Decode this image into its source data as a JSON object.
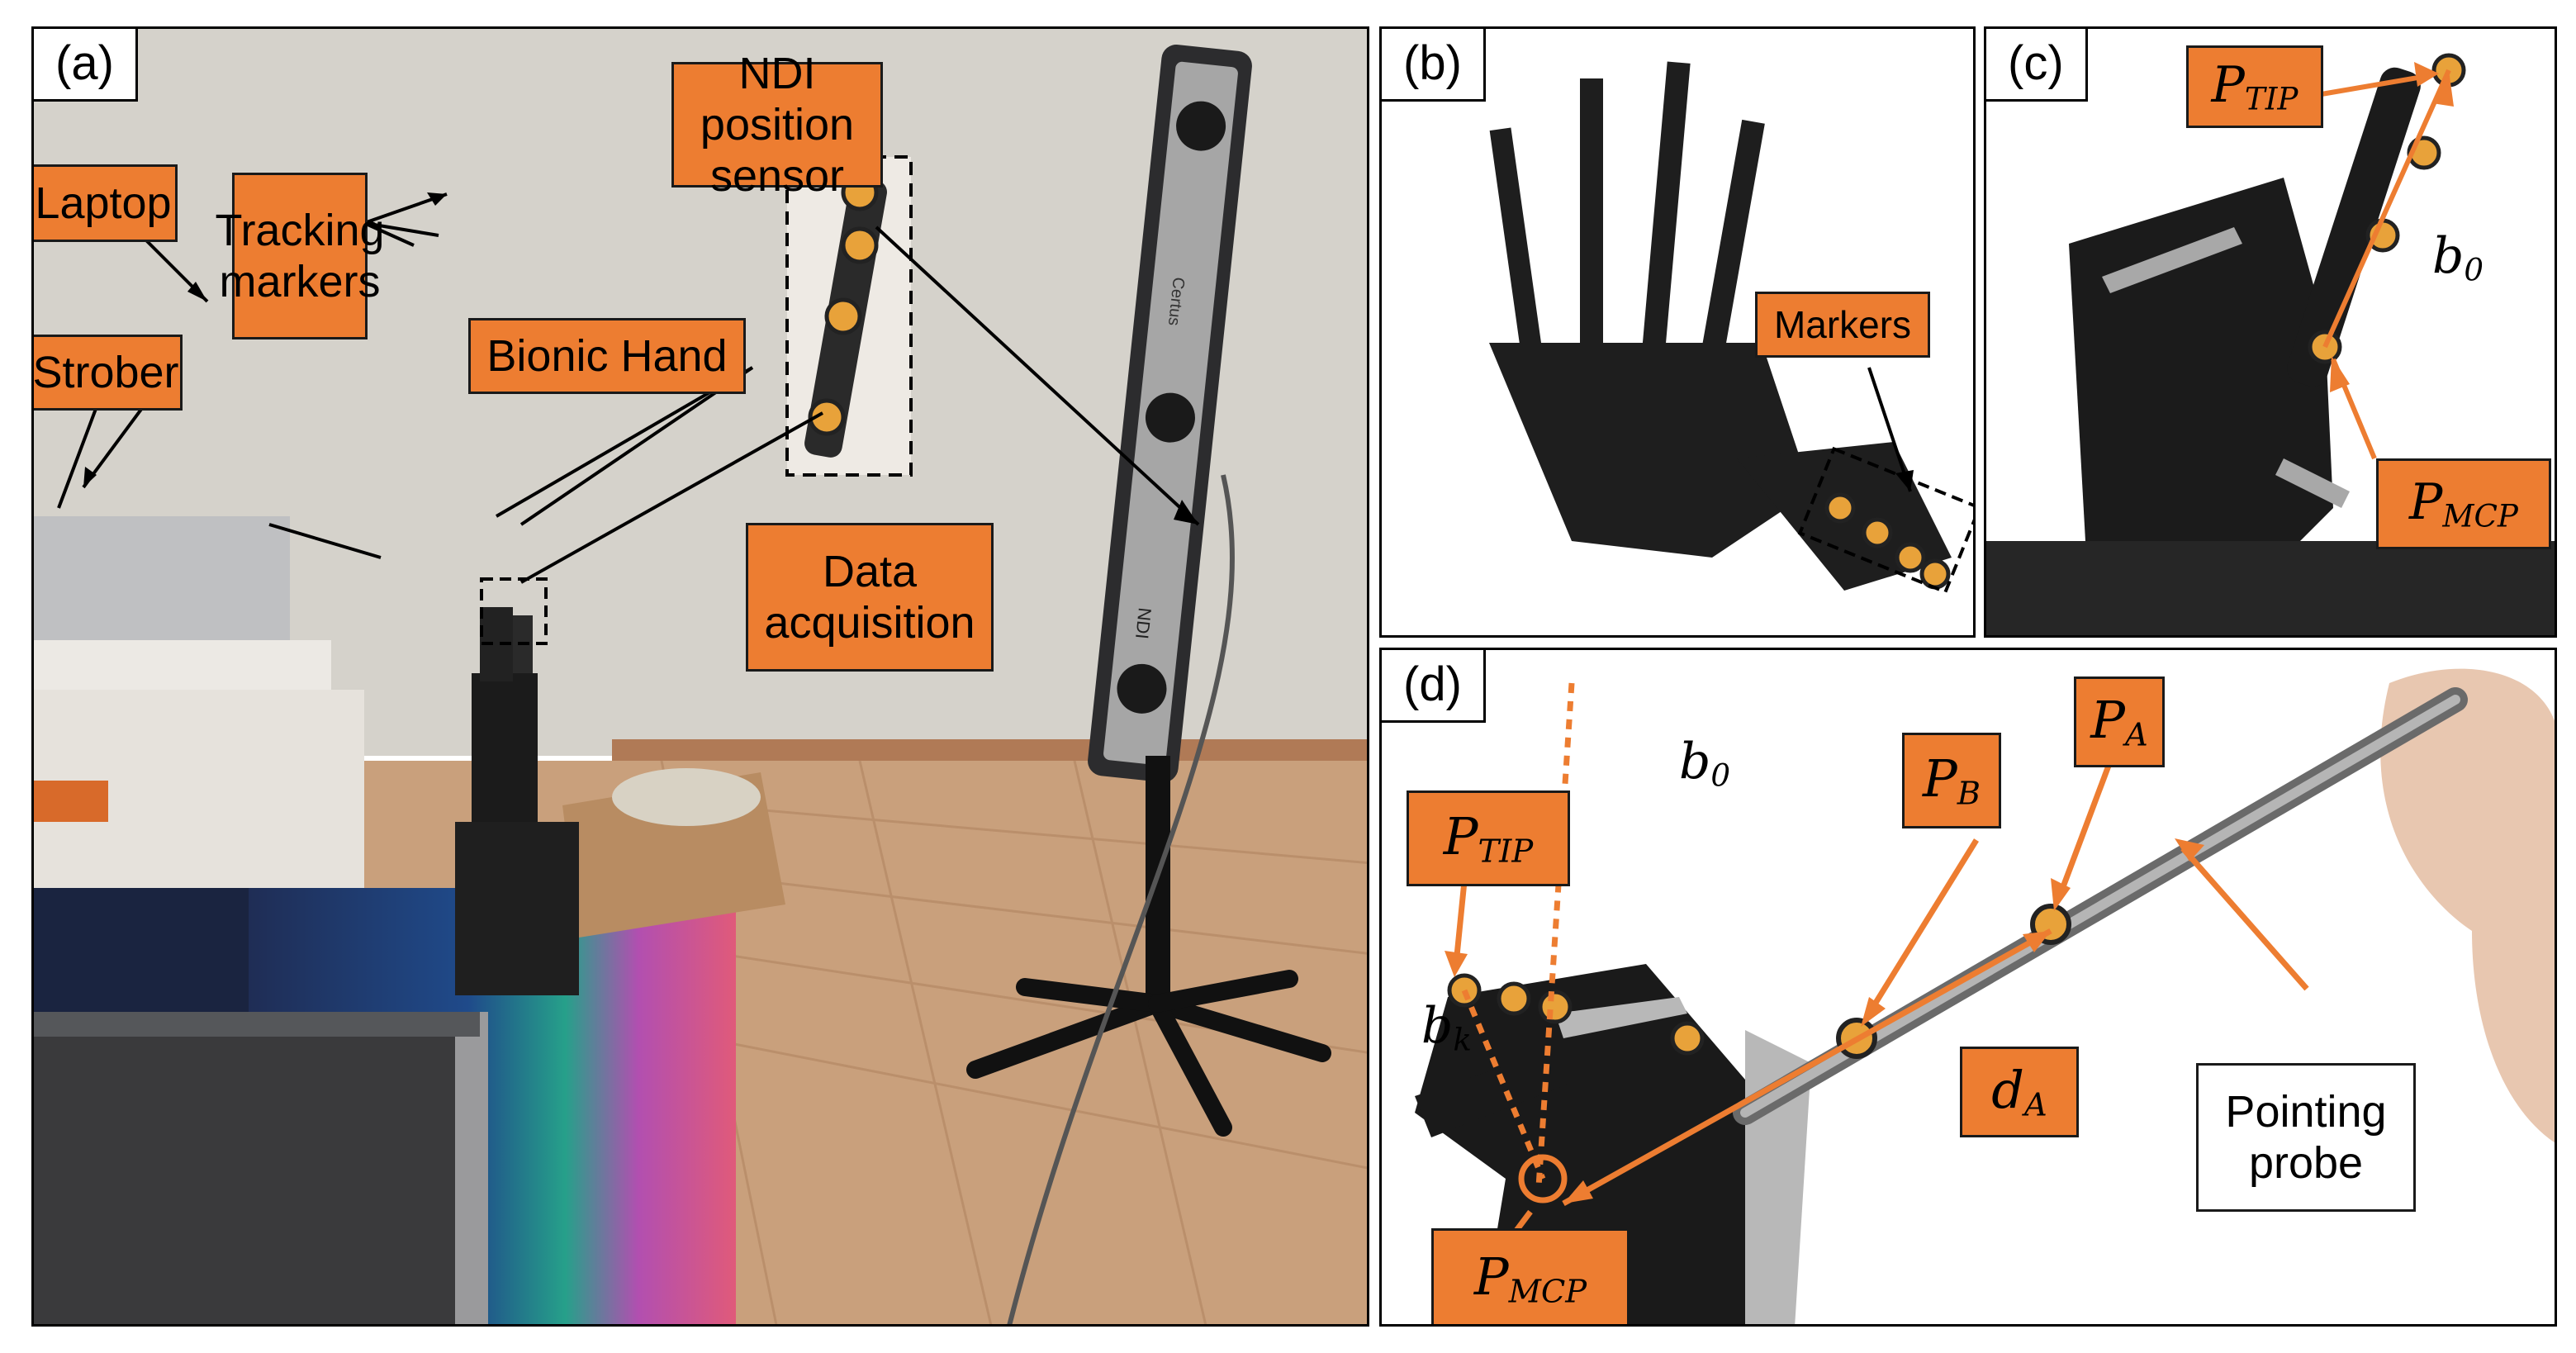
{
  "panels": {
    "a": {
      "label": "(a)",
      "tags": {
        "ndi": "NDI position sensor",
        "tracking": "Tracking markers",
        "laptop": "Laptop",
        "strober": "Strober",
        "bionic": "Bionic Hand",
        "daq": "Data acquisition"
      },
      "sensor_brand": "NDI",
      "sensor_model": "Certus"
    },
    "b": {
      "label": "(b)",
      "tags": {
        "markers": "Markers"
      }
    },
    "c": {
      "label": "(c)",
      "symbols": {
        "p_tip_main": "P",
        "p_tip_sub": "TIP",
        "p_mcp_main": "P",
        "p_mcp_sub": "MCP",
        "b0_main": "b",
        "b0_sub": "0"
      }
    },
    "d": {
      "label": "(d)",
      "symbols": {
        "p_tip_main": "P",
        "p_tip_sub": "TIP",
        "p_mcp_main": "P",
        "p_mcp_sub": "MCP",
        "p_a_main": "P",
        "p_a_sub": "A",
        "p_b_main": "P",
        "p_b_sub": "B",
        "d_a_main": "d",
        "d_a_sub": "A",
        "b0_main": "b",
        "b0_sub": "0",
        "bk_main": "b",
        "bk_sub": "k"
      },
      "tags": {
        "probe": "Pointing probe"
      }
    }
  },
  "colors": {
    "accent": "#ED7D31",
    "arrow": "#ED7D31"
  }
}
